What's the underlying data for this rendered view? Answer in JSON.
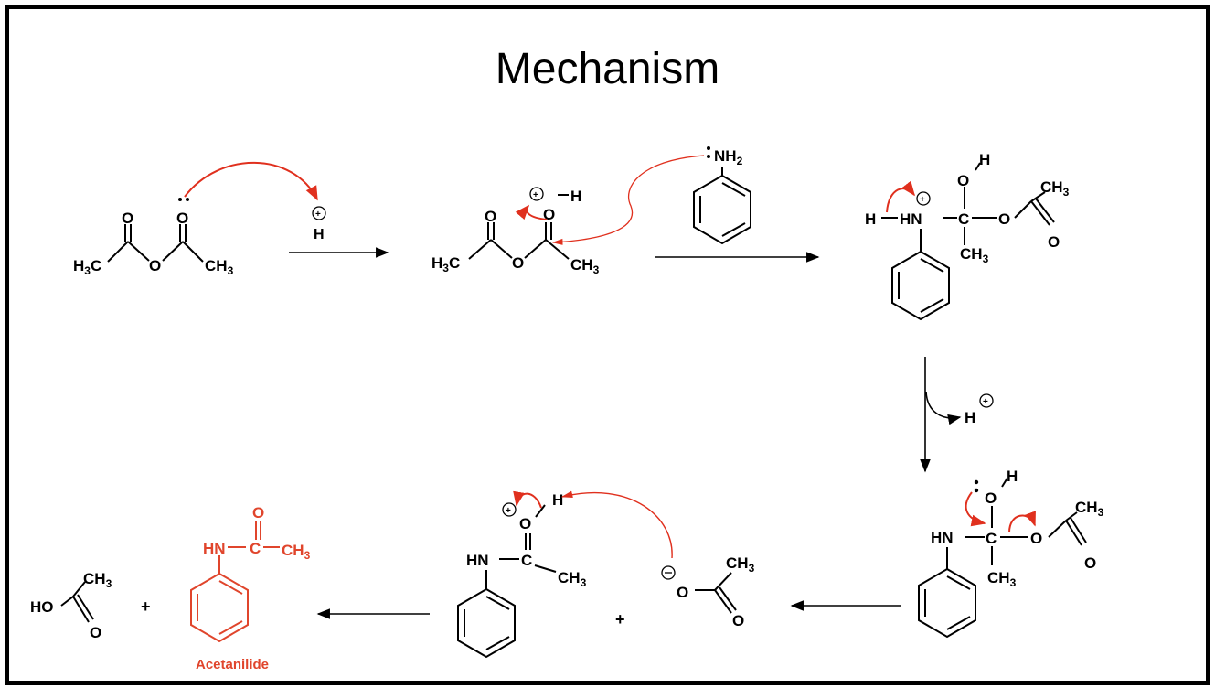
{
  "title": "Mechanism",
  "colors": {
    "frame": "#000000",
    "ink": "#000000",
    "arrow_red": "#e0301e",
    "product": "#e0452c",
    "background": "#ffffff"
  },
  "molecules": {
    "acetic_anhydride": {
      "h3c": "H3C",
      "o_bridge": "O",
      "o_carbonyl_left": "O",
      "o_carbonyl_right": "O",
      "ch3": "CH3",
      "lone_pair": ":"
    },
    "proton": {
      "h": "H",
      "charge": "⊕"
    },
    "protonated_anhydride": {
      "h3c": "H3C",
      "o_bridge": "O",
      "o_carbonyl": "O",
      "o_plus": "O",
      "h": "H",
      "ch3": "CH3",
      "charge": "⊕"
    },
    "aniline": {
      "nh2": "NH2",
      "lone_pair": ":"
    },
    "tetrahedral_1": {
      "h": "H",
      "hn": "HN",
      "charge": "⊕",
      "c": "C",
      "o_top": "O",
      "h_top": "H",
      "o_right": "O",
      "ch3_bottom": "CH3",
      "ch3_acetyl": "CH3",
      "o_acetyl": "O"
    },
    "released_proton": {
      "h": "H",
      "charge": "⊕"
    },
    "tetrahedral_2": {
      "hn": "HN",
      "c": "C",
      "o_top": "O",
      "h_top": "H",
      "o_right": "O",
      "ch3_bottom": "CH3",
      "ch3_acetyl": "CH3",
      "o_acetyl": "O"
    },
    "protonated_amide": {
      "hn": "HN",
      "c": "C",
      "o": "O",
      "h": "H",
      "ch3": "CH3",
      "charge": "⊕"
    },
    "acetate": {
      "o_minus": "O",
      "charge": "⊖",
      "ch3": "CH3",
      "o": "O"
    },
    "plus_1": "+",
    "acetic_acid": {
      "ho": "HO",
      "ch3": "CH3",
      "o": "O"
    },
    "plus_2": "+",
    "acetanilide": {
      "hn": "HN",
      "c": "C",
      "ch3": "CH3",
      "o": "O",
      "name": "Acetanilide"
    }
  }
}
